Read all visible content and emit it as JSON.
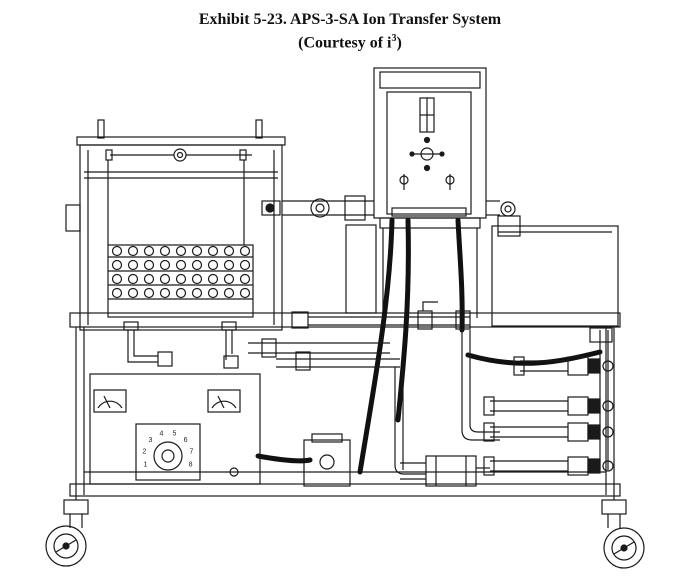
{
  "figure": {
    "title": "Exhibit 5-23. APS-3-SA Ion Transfer System",
    "courtesy_prefix": "(Courtesy of i",
    "courtesy_sup": "3",
    "courtesy_suffix": ")"
  },
  "selector_dial": {
    "marks": [
      "1",
      "2",
      "3",
      "4",
      "5",
      "6",
      "7",
      "8"
    ]
  },
  "colors": {
    "line": "#1a1a1a",
    "hose": "#111111",
    "background": "#ffffff"
  }
}
